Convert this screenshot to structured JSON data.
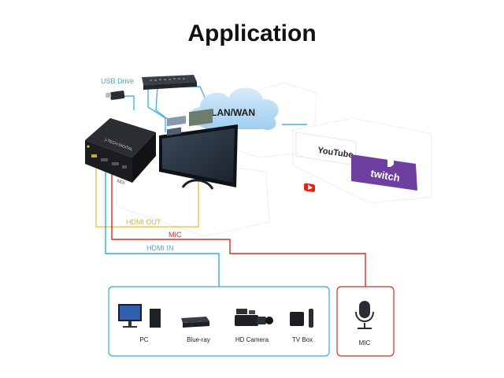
{
  "title": "Application",
  "labels": {
    "usb_drive": "USB Drive",
    "network": "LAN/WAN",
    "youtube": "YouTube",
    "twitch": "twitch",
    "hdmi_out": "HDMI OUT",
    "mic_line": "MIC",
    "hdmi_in": "HDMI IN",
    "device_brand": "J-TECH DIGITAL",
    "port_label": "NDI"
  },
  "sources": [
    {
      "label": "PC",
      "icon": "pc-icon"
    },
    {
      "label": "Blue-ray",
      "icon": "bluray-player-icon"
    },
    {
      "label": "HD Camera",
      "icon": "camera-icon"
    },
    {
      "label": "TV Box",
      "icon": "tv-box-icon"
    }
  ],
  "mic": {
    "label": "MIC",
    "icon": "microphone-icon"
  },
  "colors": {
    "hdmi_out": "#f2c544",
    "mic": "#c8312f",
    "hdmi_in": "#3aa7d9",
    "network": "#4ab3e6",
    "twitch": "#6f3fa0",
    "youtube_red": "#e62117",
    "cloud": "#b9dcf6"
  }
}
